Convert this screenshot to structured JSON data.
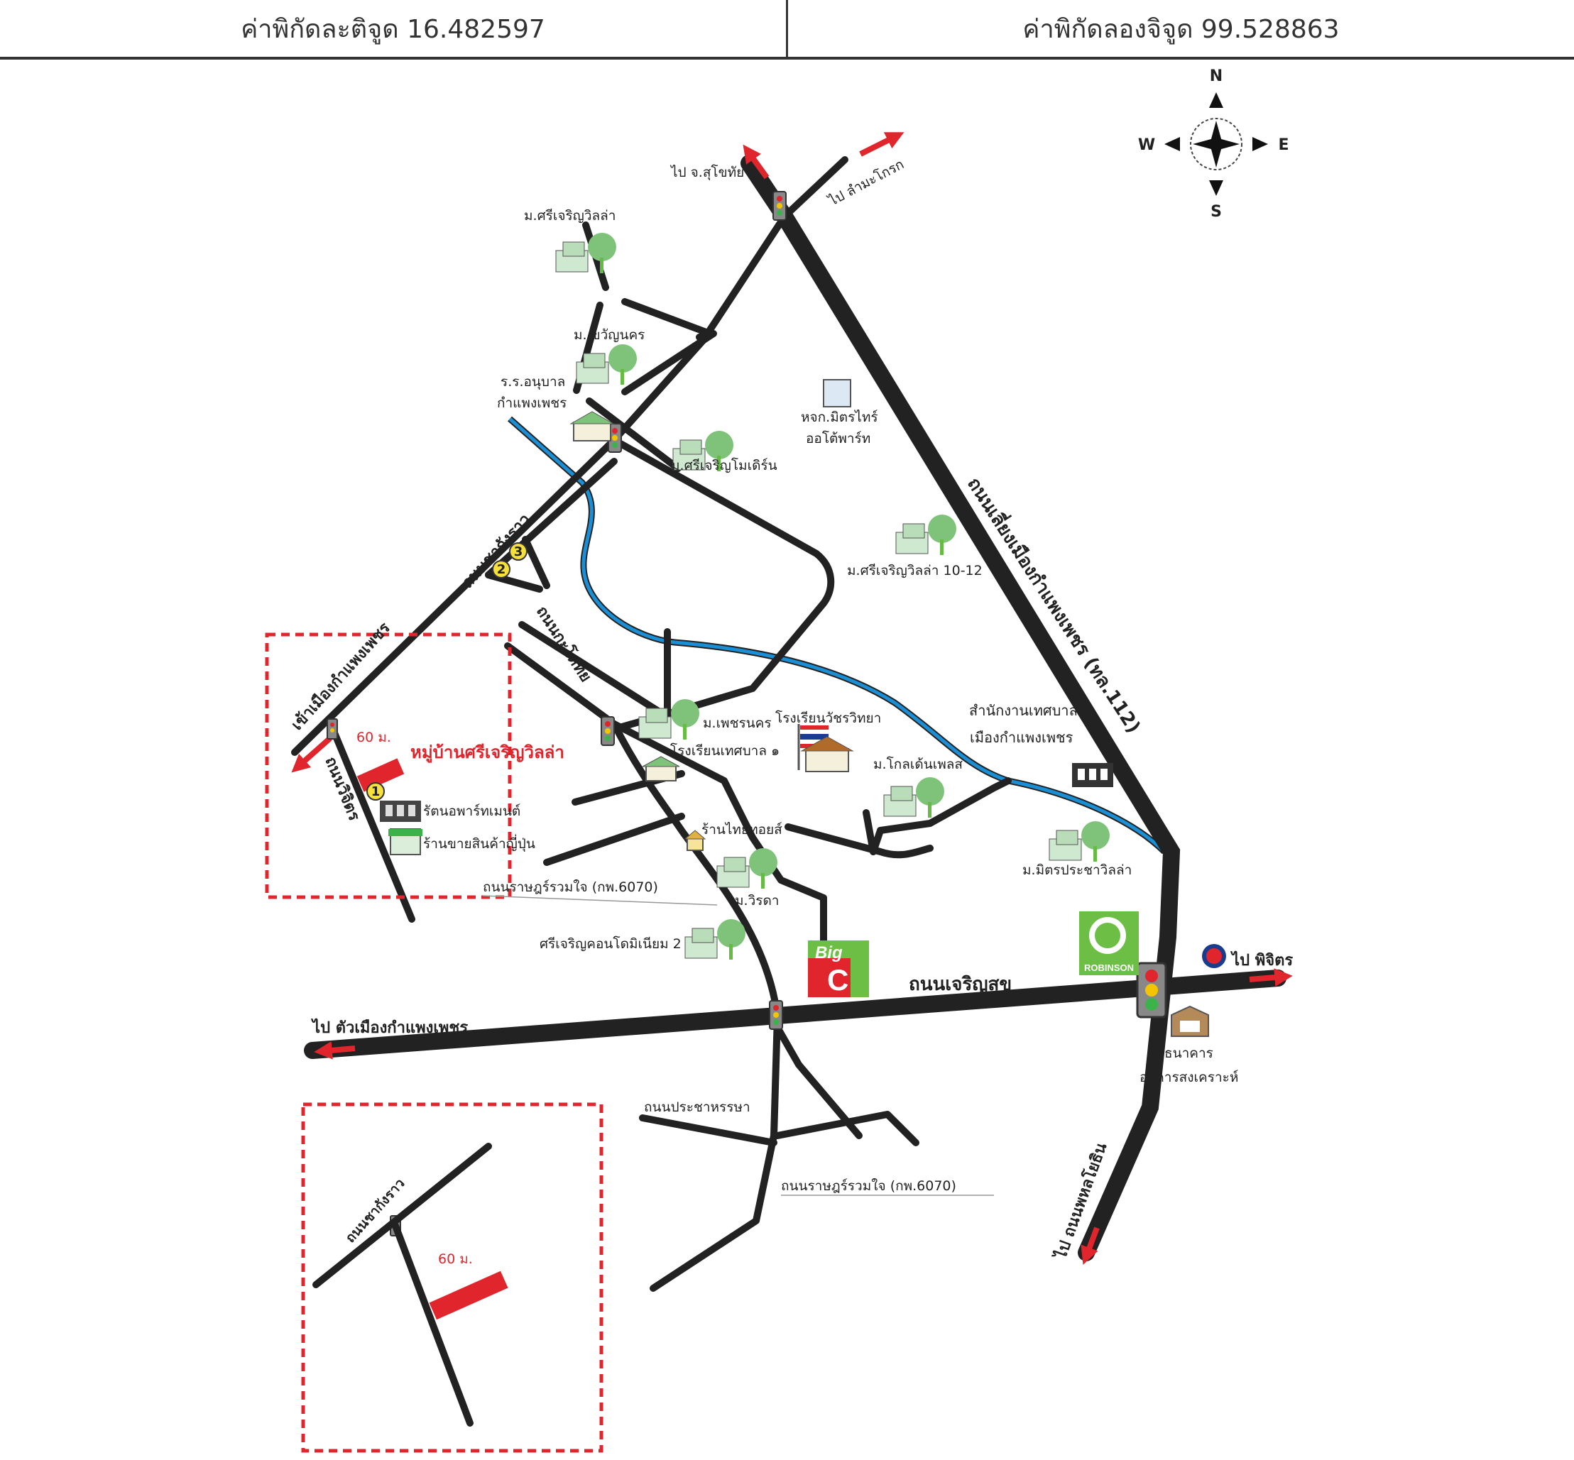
{
  "header": {
    "latitude_label": "ค่าพิกัดละติจูด 16.482597",
    "longitude_label": "ค่าพิกัดลองจิจูด 99.528863"
  },
  "compass": {
    "n": "N",
    "s": "S",
    "e": "E",
    "w": "W"
  },
  "colors": {
    "road": "#222222",
    "river": "#1a8fd6",
    "arrow": "#e0262c",
    "box": "#e0262c",
    "park": "#7fc37a"
  },
  "labels": {
    "to_sukhothai": "ไป จ.สุโขทัย",
    "to_lammakrok": "ไป ลำมะโกรก",
    "sricharoen_villa_top": "ม.ศรีเจริญวิลล่า",
    "kwannakorn": "ม. ขวัญนคร",
    "kindergarten_1": "ร.ร.อนุบาล",
    "kindergarten_2": "กำแพงเพชร",
    "sricharoen_modern": "ม.ศรีเจริญโมเดิร์น",
    "mitrthai_1": "หจก.มิตรไทร์",
    "mitrthai_2": "ออโต้พาร์ท",
    "bypass_road": "ถนนเลี่ยงเมืองกำแพงเพชร (ทล.112)",
    "villa_1012": "ม.ศรีเจริญวิลล่า 10-12",
    "charoensuk_road": "ถนนชากังราว",
    "kadoktai_road": "ถนนกะโดทัย",
    "to_city_kp": "เข้าเมืองกำแพงเพชร",
    "dist_60_top": "60 ม.",
    "village_name": "หมู่บ้านศรีเจริญวิลล่า",
    "wichit_road": "ถนนวิจิตร",
    "apartment": "รัตนอพาร์ทเมนต์",
    "japan_shop": "ร้านขายสินค้าญี่ปุ่น",
    "phetnakorn": "ม.เพชรนคร",
    "municipal_school": "โรงเรียนเทศบาล ๑",
    "watchara_school": "โรงเรียนวัชรวิทยา",
    "municipal_office_1": "สำนักงานเทศบาล",
    "municipal_office_2": "เมืองกำแพงเพชร",
    "golden_place": "ม.โกลเด้นเพลส",
    "thai_thoy": "ร้านไทยทอยส์",
    "mitr_pracha": "ม.มิตรประชาวิลล่า",
    "ratruamjai_1": "ถนนราษฎร์รวมใจ (กพ.6070)",
    "wirada": "ม.วิรดา",
    "condo": "ศรีเจริญคอนโดมิเนียม 2",
    "charoensuk_main": "ถนนเจริญสุข",
    "to_phichit": "ไป พิจิตร",
    "to_city_west": "ไป ตัวเมืองกำแพงเพชร",
    "bank_1": "ธนาคาร",
    "bank_2": "อาคารสงเคราะห์",
    "pracha_road": "ถนนประชาหรรษา",
    "ratruamjai_2": "ถนนราษฎร์รวมใจ (กพ.6070)",
    "to_phahon": "ไป ถนนพหลโยธิน",
    "inset_road": "ถนนชากังราว",
    "dist_60_bottom": "60 ม.",
    "bigc_1": "Big",
    "bigc_2": "C",
    "robinson": "ROBINSON",
    "marker_1": "1",
    "marker_2": "2",
    "marker_3": "3"
  }
}
